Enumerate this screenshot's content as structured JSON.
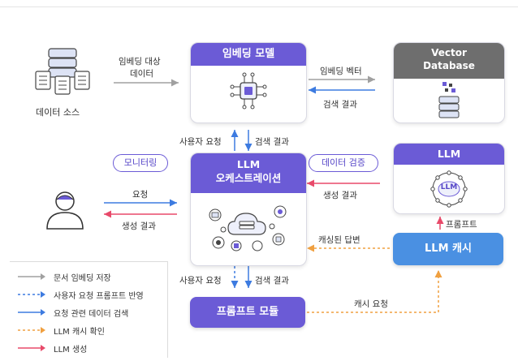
{
  "data_source": {
    "label": "데이터 소스"
  },
  "embed_target": {
    "line1": "임베딩 대상",
    "line2": "데이터"
  },
  "embedding_model": {
    "title": "임베딩 모델"
  },
  "vector_db": {
    "line1": "Vector",
    "line2": "Database"
  },
  "arrows": {
    "embed_vector": "임베딩 벡터",
    "search_result_top": "검색 결과",
    "user_request_mid": "사용자 요청",
    "search_result_mid": "검색 결과",
    "request": "요청",
    "generation_result_left": "생성 결과",
    "generation_result_right": "생성 결과",
    "cached_answer": "캐싱된 답변",
    "prompt": "프롬프트",
    "user_request_bottom": "사용자 요청",
    "search_result_bottom": "검색 결과",
    "cache_request": "캐시 요청"
  },
  "monitoring": {
    "label": "모니터링"
  },
  "data_validation": {
    "label": "데이터 검증"
  },
  "orchestration": {
    "line1": "LLM",
    "line2": "오케스트레이션"
  },
  "llm_box": {
    "title": "LLM",
    "badge": "LLM"
  },
  "llm_cache": {
    "label": "LLM 캐시"
  },
  "prompt_module": {
    "label": "프롬프트 모듈"
  },
  "legend": {
    "items": [
      {
        "label": "문서 임베딩 저장",
        "color": "#a0a0a0",
        "style": "solid"
      },
      {
        "label": "사용자 요청 프롬프트 반영",
        "color": "#3d7be0",
        "style": "dashed"
      },
      {
        "label": "요청 관련 데이터 검색",
        "color": "#3d7be0",
        "style": "solid"
      },
      {
        "label": "LLM 캐시 확인",
        "color": "#f0a040",
        "style": "dashed"
      },
      {
        "label": "LLM 생성",
        "color": "#e84a6a",
        "style": "solid"
      }
    ]
  },
  "colors": {
    "purple": "#6b5bd6",
    "gray_header": "#6e6e6e",
    "blue": "#3d7be0",
    "orange": "#f0a040",
    "red": "#e84a6a",
    "cache_blue": "#4a90e2"
  }
}
